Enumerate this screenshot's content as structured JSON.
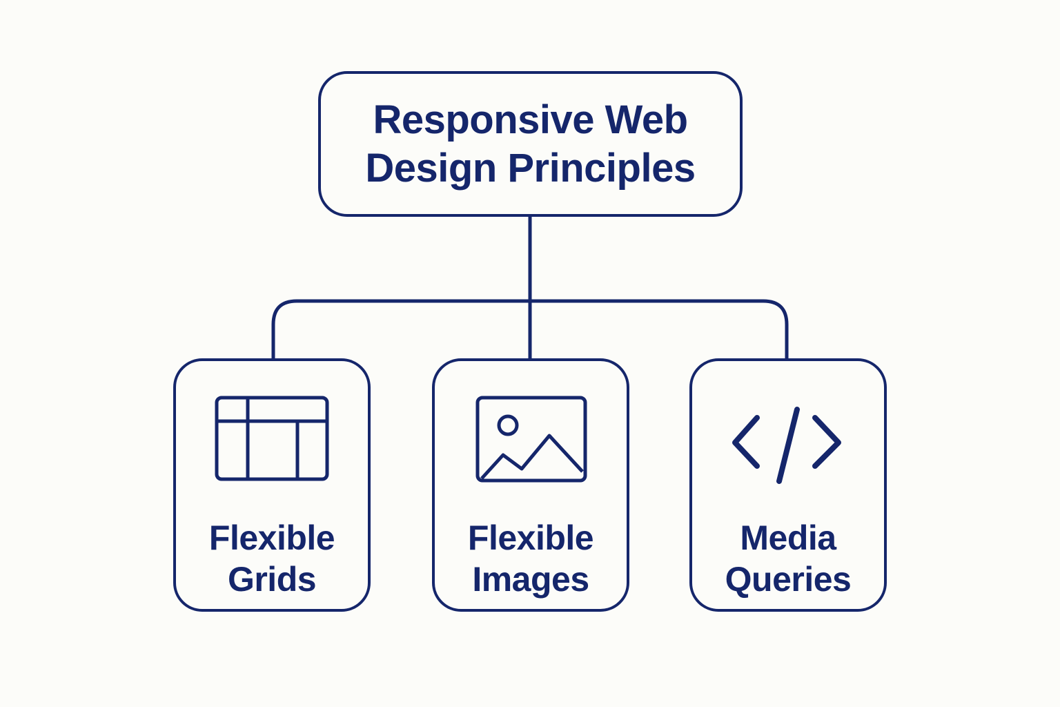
{
  "colors": {
    "stroke": "#15266b",
    "background": "#fcfcf9"
  },
  "root": {
    "title_line1": "Responsive Web",
    "title_line2": "Design Principles"
  },
  "children": [
    {
      "label_line1": "Flexible",
      "label_line2": "Grids",
      "icon": "grid-layout-icon"
    },
    {
      "label_line1": "Flexible",
      "label_line2": "Images",
      "icon": "image-icon"
    },
    {
      "label_line1": "Media",
      "label_line2": "Queries",
      "icon": "code-icon"
    }
  ]
}
